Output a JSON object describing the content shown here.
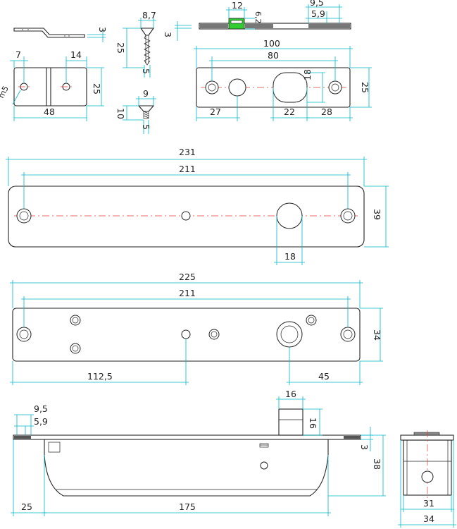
{
  "colors": {
    "dimension_line": "#00b8c8",
    "part_outline": "#222222",
    "center_line": "#e03a3a",
    "highlight_green": "#33cc33",
    "hatch_dark": "#555555",
    "background": "#ffffff"
  },
  "views": {
    "bracket_side": {
      "thickness": "3"
    },
    "bracket_top": {
      "hole_offset": "7",
      "hole_spacing": "14",
      "height": "25",
      "width": "48",
      "hole_thread": "m5"
    },
    "screw_long": {
      "head": "8,7",
      "length": "25",
      "shank": "5"
    },
    "screw_short": {
      "head": "9",
      "length": "10",
      "shank": "5",
      "thickness": "3"
    },
    "section_top": {
      "slot": "12",
      "slot_depth": "6,2",
      "outer": "9,5",
      "inner": "5,9"
    },
    "small_plate": {
      "length": "100",
      "hole_spacing": "80",
      "slot_height": "18",
      "height": "25",
      "offset_left": "27",
      "slot_width": "22",
      "offset_right": "28"
    },
    "long_plate": {
      "length": "231",
      "hole_spacing": "211",
      "height": "39",
      "hole_dia": "18"
    },
    "mid_plate": {
      "length": "225",
      "hole_spacing": "211",
      "height": "34",
      "center_offset": "112,5",
      "right_offset": "45"
    },
    "lock_body_side": {
      "outer": "9,5",
      "inner": "5,9",
      "bolt_width": "16",
      "bolt_height": "16",
      "plate_thickness": "3",
      "body_height": "38",
      "left_offset": "25",
      "body_length": "175"
    },
    "lock_body_end": {
      "inner_width": "31",
      "outer_width": "34"
    }
  }
}
